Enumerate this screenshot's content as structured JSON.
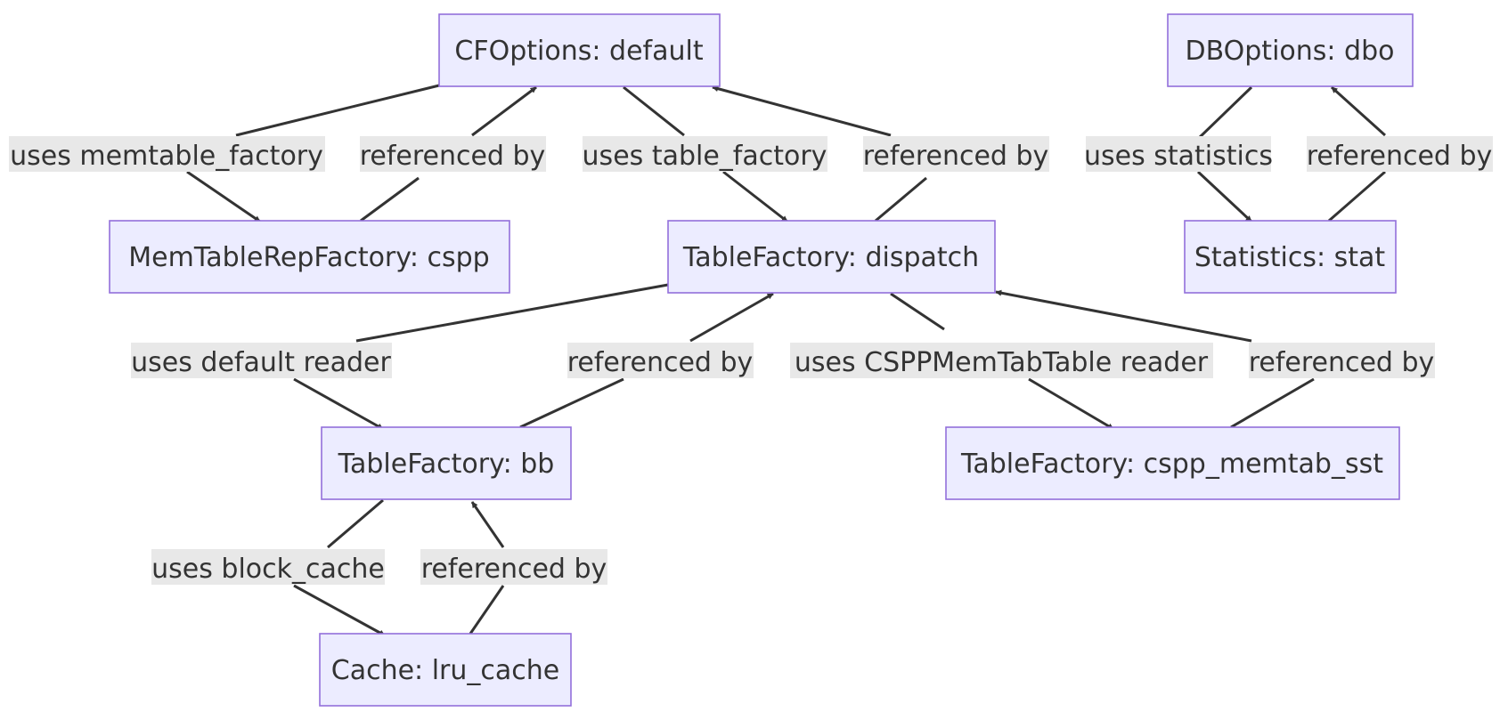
{
  "nodes": {
    "cfoptions": "CFOptions: default",
    "dboptions": "DBOptions: dbo",
    "memtablerep": "MemTableRepFactory: cspp",
    "dispatch": "TableFactory: dispatch",
    "statistics": "Statistics: stat",
    "bb": "TableFactory: bb",
    "cspp_memtab_sst": "TableFactory: cspp_memtab_sst",
    "lru_cache": "Cache: lru_cache"
  },
  "edges": {
    "uses_memtable_factory": "uses memtable_factory",
    "memtable_referenced_by": "referenced by",
    "uses_table_factory": "uses table_factory",
    "dispatch_referenced_by": "referenced by",
    "uses_statistics": "uses statistics",
    "stat_referenced_by": "referenced by",
    "uses_default_reader": "uses default reader",
    "bb_referenced_by": "referenced by",
    "uses_cspp_reader": "uses CSPPMemTabTable reader",
    "cspp_referenced_by": "referenced by",
    "uses_block_cache": "uses block_cache",
    "cache_referenced_by": "referenced by"
  },
  "colors": {
    "node_fill": "#ececff",
    "node_border": "#9370db",
    "edge": "#333333",
    "label_bg": "#e8e8e8",
    "text": "#333333"
  }
}
